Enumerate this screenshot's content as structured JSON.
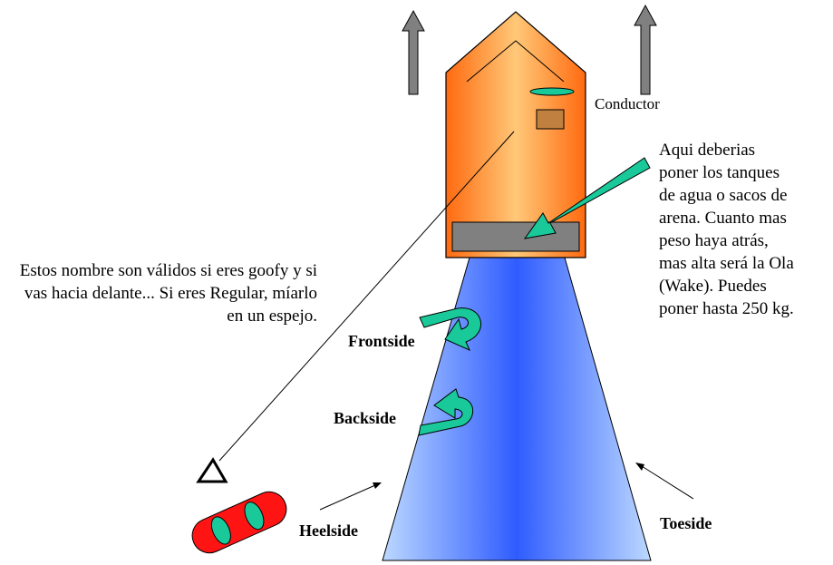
{
  "labels": {
    "conductor": "Conductor",
    "frontside": "Frontside",
    "backside": "Backside",
    "heelside": "Heelside",
    "toeside": "Toeside"
  },
  "notes": {
    "left": "Estos nombre son válidos si eres goofy y si vas hacia delante... Si eres Regular, míarlo en un espejo.",
    "right_lines": [
      "Aqui deberias",
      "poner los tanques",
      "de agua o sacos de",
      "arena. Cuanto mas",
      "peso haya atrás,",
      "mas alta será la Ola",
      "(Wake). Puedes",
      "poner hasta 250 kg."
    ]
  },
  "colors": {
    "boat_orange": "#ff6a10",
    "boat_light": "#ffc878",
    "wake_blue": "#2f5cff",
    "wake_light": "#bcd8ff",
    "ballast_gray": "#808080",
    "rider_red": "#ff1414",
    "accent_teal": "#19c99a",
    "arrow_gray": "#808080"
  }
}
